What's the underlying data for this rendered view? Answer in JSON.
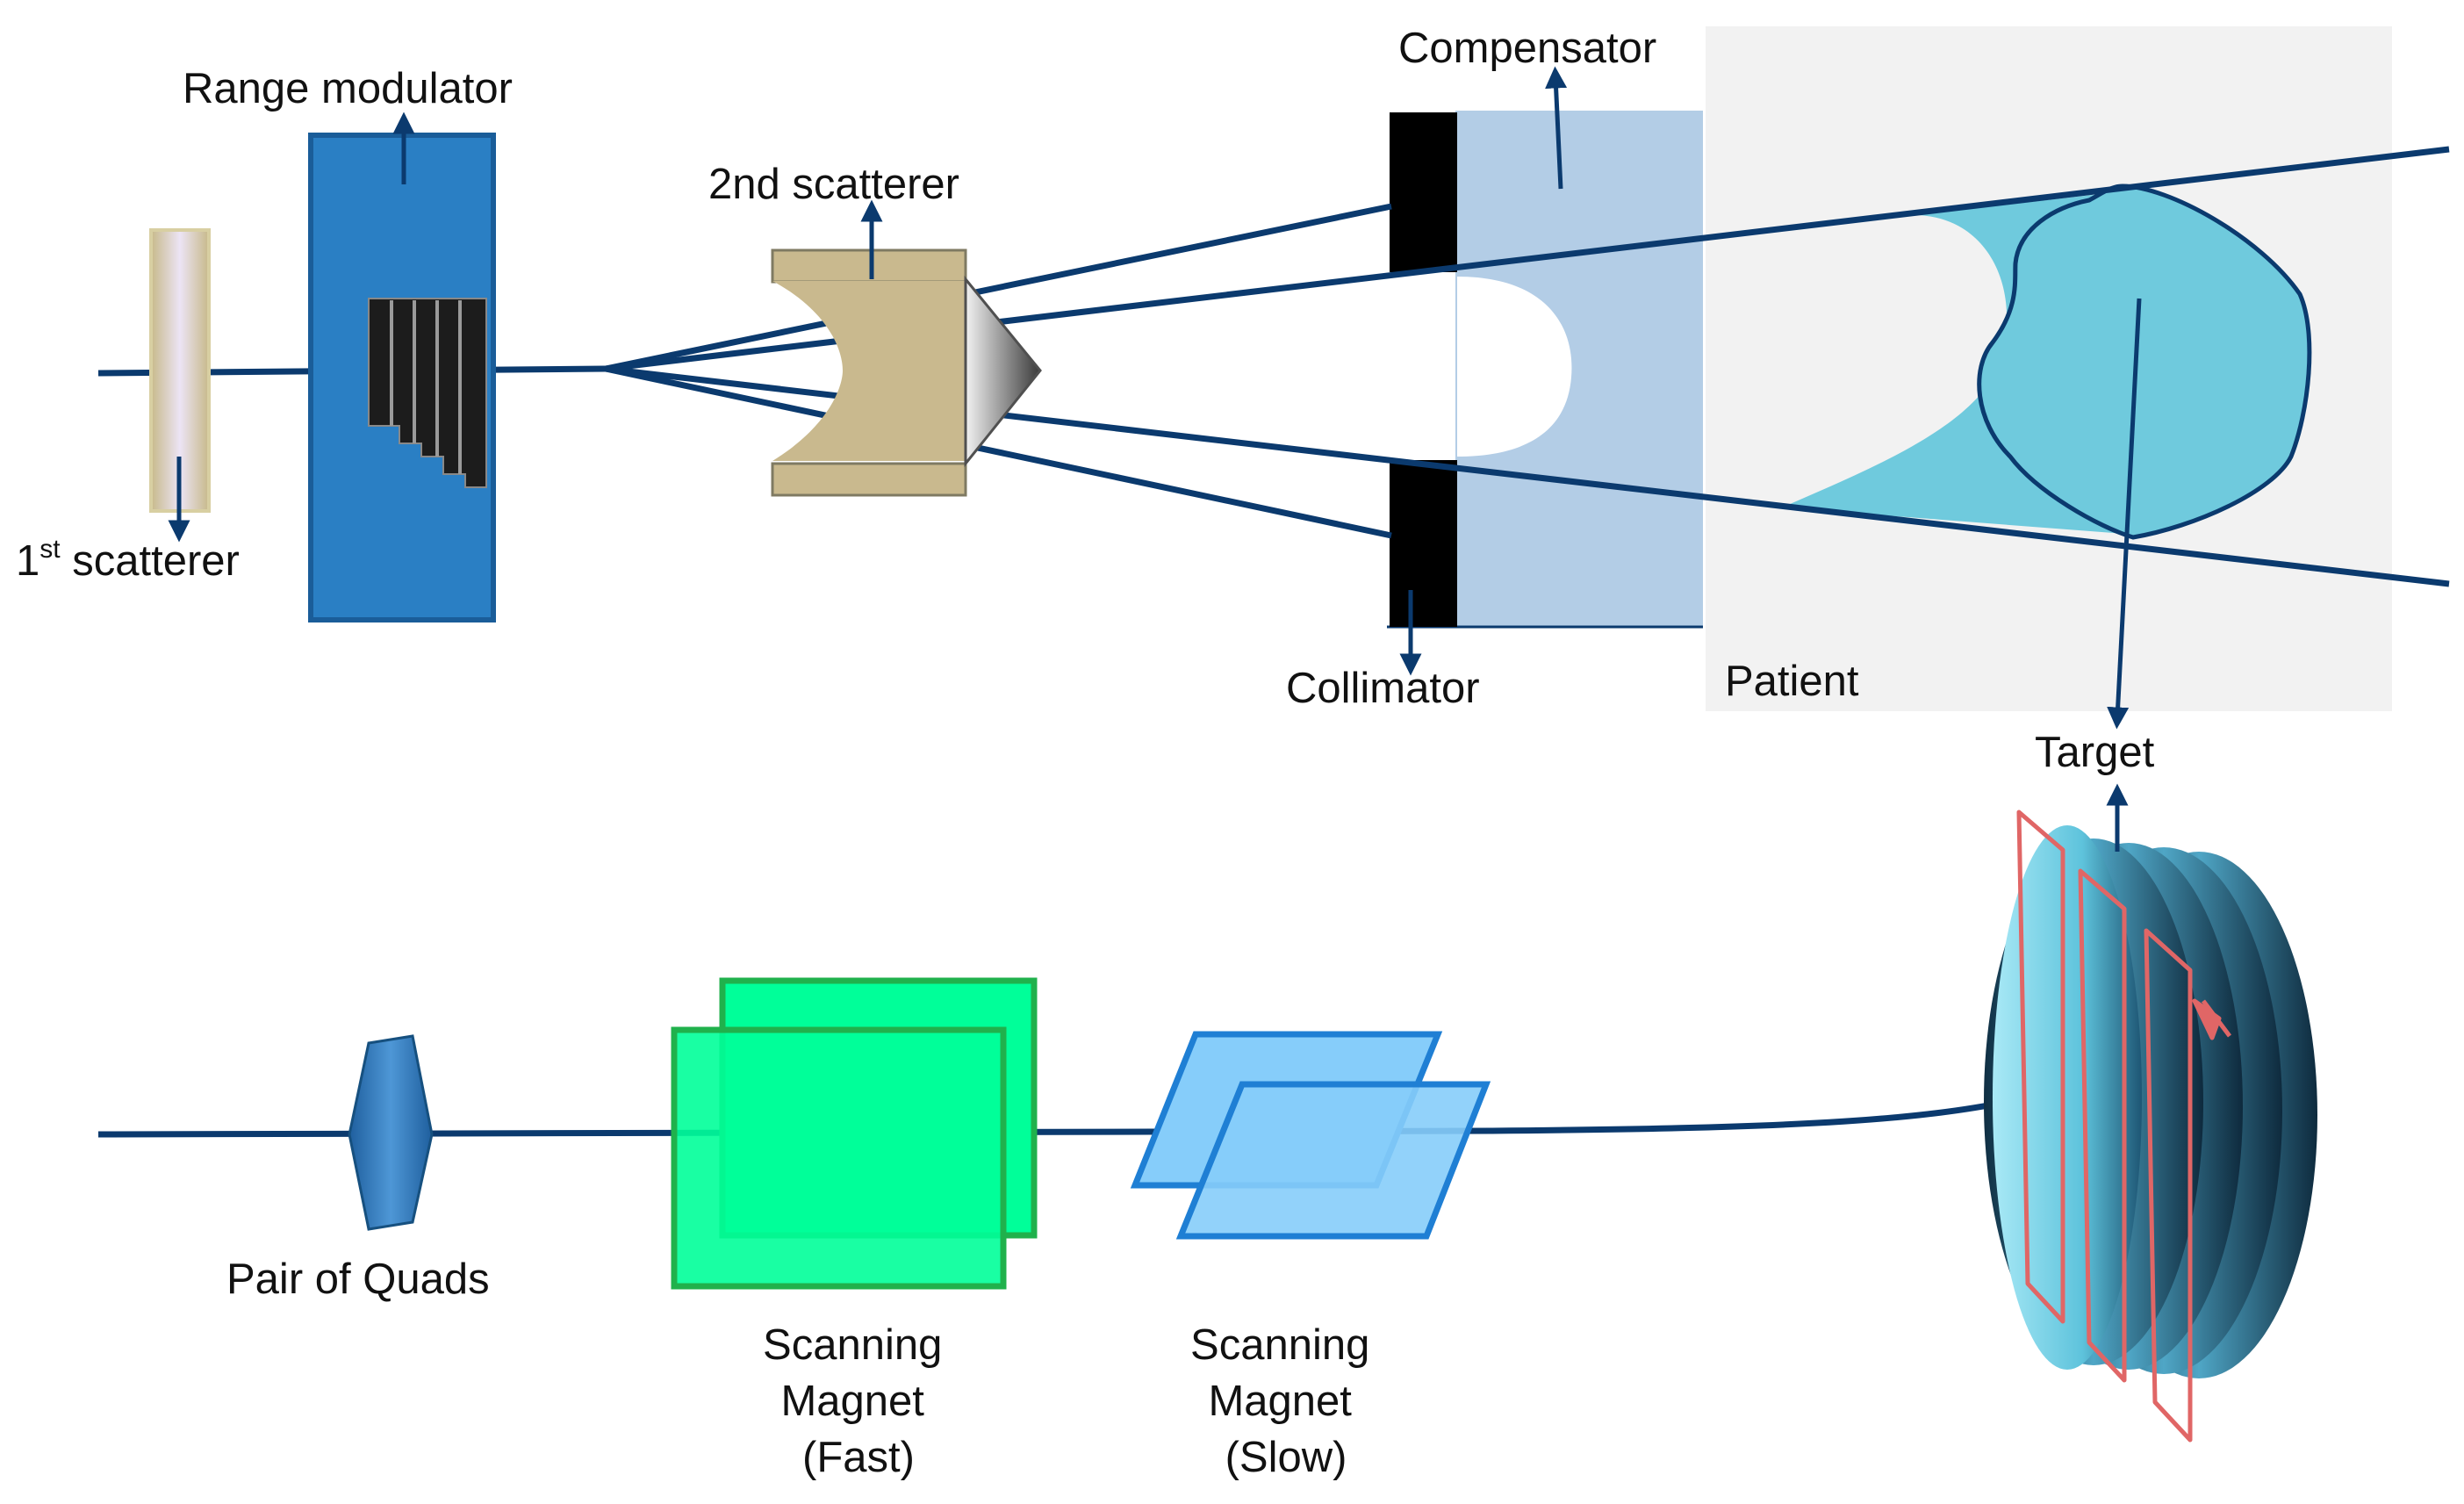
{
  "labels": {
    "range_modulator": "Range modulator",
    "first_scatterer_num": "1",
    "first_scatterer_sup": "st",
    "first_scatterer_rest": " scatterer",
    "second_scatterer": "2nd scatterer",
    "compensator": "Compensator",
    "collimator": "Collimator",
    "patient": "Patient",
    "target": "Target",
    "pair_of_quads": "Pair of Quads",
    "scanning_magnet_fast": [
      "Scanning",
      "Magnet",
      "(Fast)"
    ],
    "scanning_magnet_slow": [
      "Scanning",
      "Magnet",
      "(Slow)"
    ]
  },
  "colors": {
    "beam": "#0b3a6e",
    "range_modulator": "#2a7fc4",
    "scatterer_2nd": "#c9b98e",
    "compensator": "#b3cde6",
    "collimator": "#000000",
    "patient_bg": "#f2f2f2",
    "target_fill": "#6fcadd",
    "fast_magnet": "#00ff99",
    "slow_magnet": "#86cdfa",
    "scan_path": "#e06666"
  }
}
